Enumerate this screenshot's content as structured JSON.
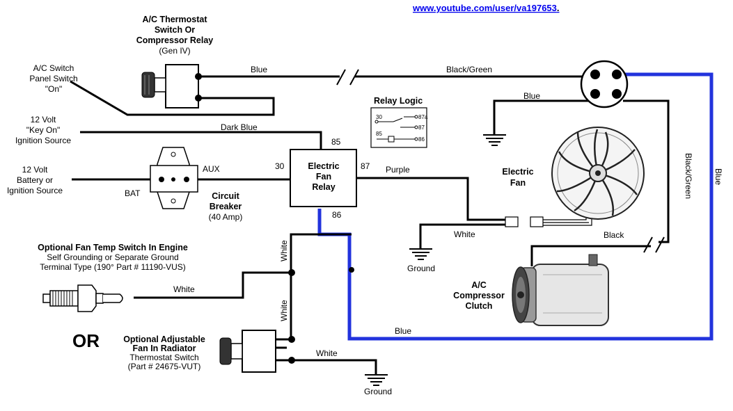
{
  "header": {
    "url": "www.youtube.com/user/va197653",
    "url_suffix": "."
  },
  "thermostat": {
    "line1": "A/C Thermostat",
    "line2": "Switch Or",
    "line3": "Compressor Relay",
    "line4": "(Gen IV)"
  },
  "ac_switch": {
    "line1": "A/C Switch",
    "line2": "Panel Switch",
    "line3": "\"On\""
  },
  "key_on": {
    "line1": "12 Volt",
    "line2": "\"Key On\"",
    "line3": "Ignition Source"
  },
  "battery": {
    "line1": "12 Volt",
    "line2": "Battery or",
    "line3": "Ignition Source"
  },
  "breaker": {
    "bat": "BAT",
    "aux": "AUX",
    "line1": "Circuit",
    "line2": "Breaker",
    "line3": "(40 Amp)"
  },
  "relay": {
    "line1": "Electric",
    "line2": "Fan",
    "line3": "Relay",
    "pin30": "30",
    "pin85": "85",
    "pin86": "86",
    "pin87": "87"
  },
  "relay_logic": {
    "title": "Relay Logic",
    "p30": "30",
    "p87a": "87a",
    "p87": "87",
    "p85": "85",
    "p86": "86"
  },
  "fan": {
    "line1": "Electric",
    "line2": "Fan"
  },
  "compressor": {
    "line1": "A/C",
    "line2": "Compressor",
    "line3": "Clutch"
  },
  "temp_switch": {
    "line1": "Optional Fan Temp Switch In Engine",
    "line2": "Self Grounding or Separate Ground",
    "line3": "Terminal Type (190° Part # 11190-VUS)"
  },
  "or_label": "OR",
  "radiator_switch": {
    "line1": "Optional Adjustable",
    "line2": "Fan In Radiator",
    "line3": "Thermostat Switch",
    "line4": "(Part # 24675-VUT)"
  },
  "wires": {
    "blue_top": "Blue",
    "black_green_top": "Black/Green",
    "blue_ground": "Blue",
    "dark_blue": "Dark Blue",
    "purple": "Purple",
    "white_fan": "White",
    "white_vert_top": "White",
    "white_temp": "White",
    "white_vert_bottom": "White",
    "white_bottom": "White",
    "black_comp": "Black",
    "black_green_side": "Black/Green",
    "blue_side": "Blue",
    "blue_bottom": "Blue"
  },
  "grounds": {
    "fan_ground": "Ground",
    "bottom_ground": "Ground"
  },
  "colors": {
    "blue_wire": "#2233dd",
    "link": "#0000ee"
  }
}
